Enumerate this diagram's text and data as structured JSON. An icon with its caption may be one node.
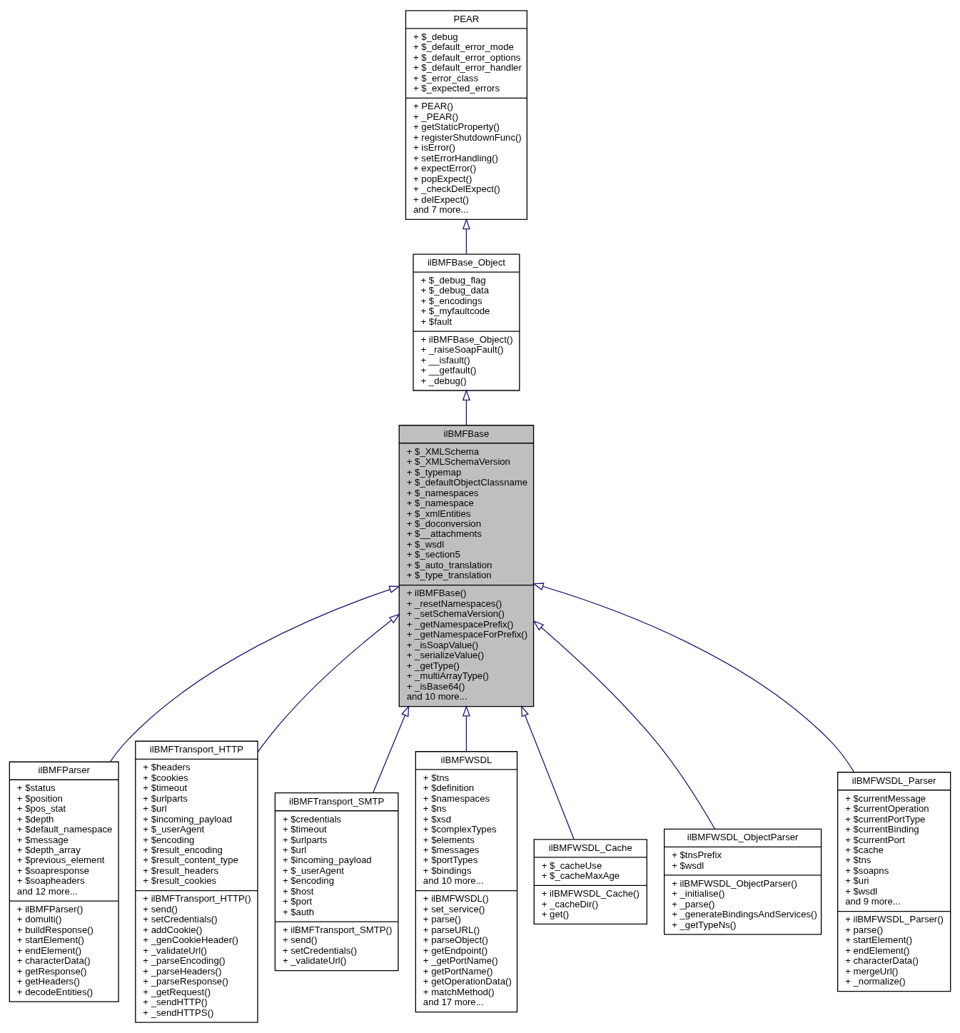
{
  "diagram": {
    "nodes": [
      {
        "text": [
          "PEAR",
          "+ $_debug\n+ $_default_error_mode\n+ $_default_error_options\n+ $_default_error_handler\n+ $_error_class\n+ $_expected_errors",
          "+ PEAR()\n+ _PEAR()\n+ getStaticProperty()\n+ registerShutdownFunc()\n+ isError()\n+ setErrorHandling()\n+ expectError()\n+ popExpect()\n+ _checkDelExpect()\n+ delExpect()\nand 7 more..."
        ]
      },
      {
        "text": [
          "ilBMFBase_Object",
          "+ $_debug_flag\n+ $_debug_data\n+ $_encodings\n+ $_myfaultcode\n+ $fault",
          "+ ilBMFBase_Object()\n+ _raiseSoapFault()\n+ __isfault()\n+ __getfault()\n+ _debug()"
        ]
      },
      {
        "text": [
          "ilBMFBase",
          "+ $_XMLSchema\n+ $_XMLSchemaVersion\n+ $_typemap\n+ $_defaultObjectClassname\n+ $_namespaces\n+ $_namespace\n+ $_xmlEntities\n+ $_doconversion\n+ $__attachments\n+ $_wsdl\n+ $_section5\n+ $_auto_translation\n+ $_type_translation",
          "+ ilBMFBase()\n+ _resetNamespaces()\n+ _setSchemaVersion()\n+ _getNamespacePrefix()\n+ _getNamespaceForPrefix()\n+ _isSoapValue()\n+ _serializeValue()\n+ _getType()\n+ _multiArrayType()\n+ _isBase64()\nand 10 more..."
        ]
      },
      {
        "text": [
          "ilBMFParser",
          "+ $status\n+ $position\n+ $pos_stat\n+ $depth\n+ $default_namespace\n+ $message\n+ $depth_array\n+ $previous_element\n+ $soapresponse\n+ $soapheaders\nand 12 more...",
          "+ ilBMFParser()\n+ domulti()\n+ buildResponse()\n+ startElement()\n+ endElement()\n+ characterData()\n+ getResponse()\n+ getHeaders()\n+ decodeEntities()"
        ]
      },
      {
        "text": [
          "ilBMFTransport_HTTP",
          "+ $headers\n+ $cookies\n+ $timeout\n+ $urlparts\n+ $url\n+ $incoming_payload\n+ $_userAgent\n+ $encoding\n+ $result_encoding\n+ $result_content_type\n+ $result_headers\n+ $result_cookies",
          "+ ilBMFTransport_HTTP()\n+ send()\n+ setCredentials()\n+ addCookie()\n+ _genCookieHeader()\n+ _validateUrl()\n+ _parseEncoding()\n+ _parseHeaders()\n+ _parseResponse()\n+ _getRequest()\n+ _sendHTTP()\n+ _sendHTTPS()"
        ]
      },
      {
        "text": [
          "ilBMFTransport_SMTP",
          "+ $credentials\n+ $timeout\n+ $urlparts\n+ $url\n+ $incoming_payload\n+ $_userAgent\n+ $encoding\n+ $host\n+ $port\n+ $auth",
          "+ ilBMFTransport_SMTP()\n+ send()\n+ setCredentials()\n+ _validateUrl()"
        ]
      },
      {
        "text": [
          "ilBMFWSDL",
          "+ $tns\n+ $definition\n+ $namespaces\n+ $ns\n+ $xsd\n+ $complexTypes\n+ $elements\n+ $messages\n+ $portTypes\n+ $bindings\nand 10 more...",
          "+ ilBMFWSDL()\n+ set_service()\n+ parse()\n+ parseURL()\n+ parseObject()\n+ getEndpoint()\n+ _getPortName()\n+ getPortName()\n+ getOperationData()\n+ matchMethod()\nand 17 more..."
        ]
      },
      {
        "text": [
          "ilBMFWSDL_Cache",
          "+ $_cacheUse\n+ $_cacheMaxAge",
          "+ ilBMFWSDL_Cache()\n+ _cacheDir()\n+ get()"
        ]
      },
      {
        "text": [
          "ilBMFWSDL_ObjectParser",
          "+ $tnsPrefix\n+ $wsdl",
          "+ ilBMFWSDL_ObjectParser()\n+ _initialise()\n+ _parse()\n+ _generateBindingsAndServices()\n+ _getTypeNs()"
        ]
      },
      {
        "text": [
          "ilBMFWSDL_Parser",
          "+ $currentMessage\n+ $currentOperation\n+ $currentPortType\n+ $currentBinding\n+ $currentPort\n+ $cache\n+ $tns\n+ $soapns\n+ $uri\n+ $wsdl\nand 9 more...",
          "+ ilBMFWSDL_Parser()\n+ parse()\n+ startElement()\n+ endElement()\n+ characterData()\n+ mergeUrl()\n+ _normalize()"
        ]
      }
    ],
    "edges": [
      {
        "from": 1,
        "to": 0,
        "arrow": "to"
      },
      {
        "from": 2,
        "to": 1,
        "arrow": "to"
      },
      {
        "from": 3,
        "to": 2,
        "arrow": "to"
      },
      {
        "from": 4,
        "to": 2,
        "arrow": "to"
      },
      {
        "from": 5,
        "to": 2,
        "arrow": "to"
      },
      {
        "from": 6,
        "to": 2,
        "arrow": "to"
      },
      {
        "from": 7,
        "to": 2,
        "arrow": "to"
      },
      {
        "from": 8,
        "to": 2,
        "arrow": "to"
      },
      {
        "from": 9,
        "to": 2,
        "arrow": "to"
      }
    ]
  }
}
